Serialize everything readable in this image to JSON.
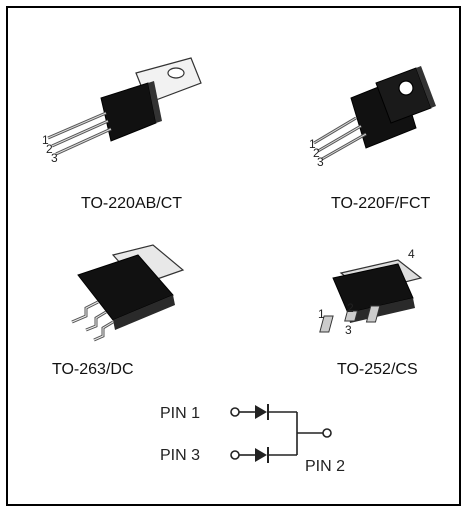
{
  "packages": [
    {
      "name": "TO-220AB/CT"
    },
    {
      "name": "TO-220F/FCT"
    },
    {
      "name": "TO-263/DC"
    },
    {
      "name": "TO-252/CS"
    }
  ],
  "pin_numbers": {
    "p1": "1",
    "p2": "2",
    "p3": "3",
    "p4": "4"
  },
  "schematic": {
    "pin1": "PIN 1",
    "pin3": "PIN 3",
    "pin2": "PIN 2"
  }
}
